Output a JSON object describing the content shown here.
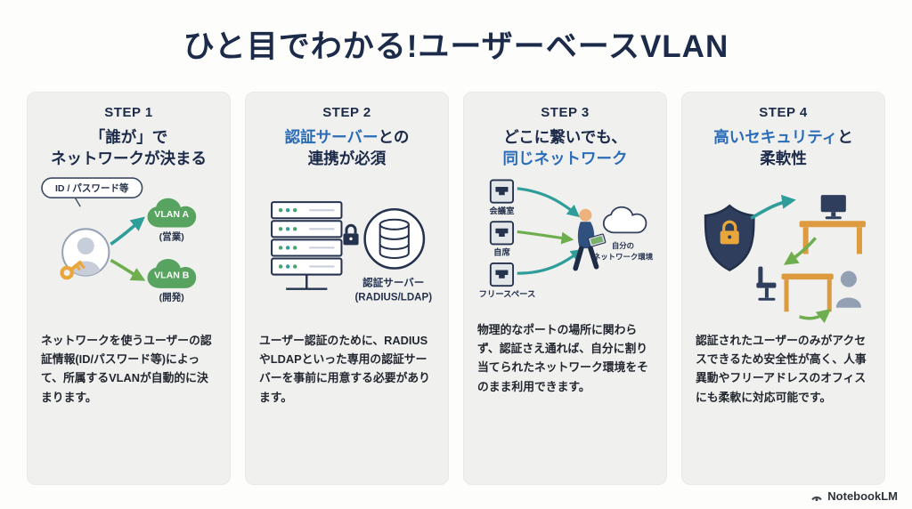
{
  "page": {
    "title": "ひと目でわかる!ユーザーベースVLAN",
    "brand": "NotebookLM"
  },
  "colors": {
    "navy": "#1d2b4a",
    "accent_blue": "#2a6cb8",
    "teal_arrow": "#2f9d9a",
    "green_arrow": "#6fae4e",
    "green_cloud": "#57a35f",
    "orange": "#e9a63b",
    "desk_orange": "#dd9a3f",
    "card_bg": "#f0f0ee"
  },
  "cards": [
    {
      "step": "STEP 1",
      "heading": {
        "l1": "「誰が」で",
        "l2": "ネットワークが決まる"
      },
      "body": "ネットワークを使うユーザーの認証情報(ID/パスワード等)によって、所属するVLANが自動的に決まります。",
      "illustration": {
        "id_label": "ID / パスワード等",
        "vlan_a": "VLAN A",
        "vlan_a_sub": "(営業)",
        "vlan_b": "VLAN B",
        "vlan_b_sub": "(開発)"
      }
    },
    {
      "step": "STEP 2",
      "heading": {
        "l1_accent": "認証サーバー",
        "l1_rest": "との",
        "l2": "連携が必須"
      },
      "body": "ユーザー認証のために、RADIUSやLDAPといった専用の認証サーバーを事前に用意する必要があります。",
      "illustration": {
        "server_label_1": "認証サーバー",
        "server_label_2": "(RADIUS/LDAP)"
      }
    },
    {
      "step": "STEP 3",
      "heading": {
        "l1": "どこに繋いでも、",
        "l2_accent": "同じネットワーク"
      },
      "body": "物理的なポートの場所に関わらず、認証さえ通れば、自分に割り当てられたネットワーク環境をそのまま利用できます。",
      "illustration": {
        "port1": "会議室",
        "port2": "自席",
        "port3": "フリースペース",
        "cloud_label_1": "自分の",
        "cloud_label_2": "ネットワーク環境"
      }
    },
    {
      "step": "STEP 4",
      "heading": {
        "l1_accent": "高いセキュリティ",
        "l1_rest": "と",
        "l2": "柔軟性"
      },
      "body": "認証されたユーザーのみがアクセスできるため安全性が高く、人事異動やフリーアドレスのオフィスにも柔軟に対応可能です。",
      "illustration": {}
    }
  ]
}
